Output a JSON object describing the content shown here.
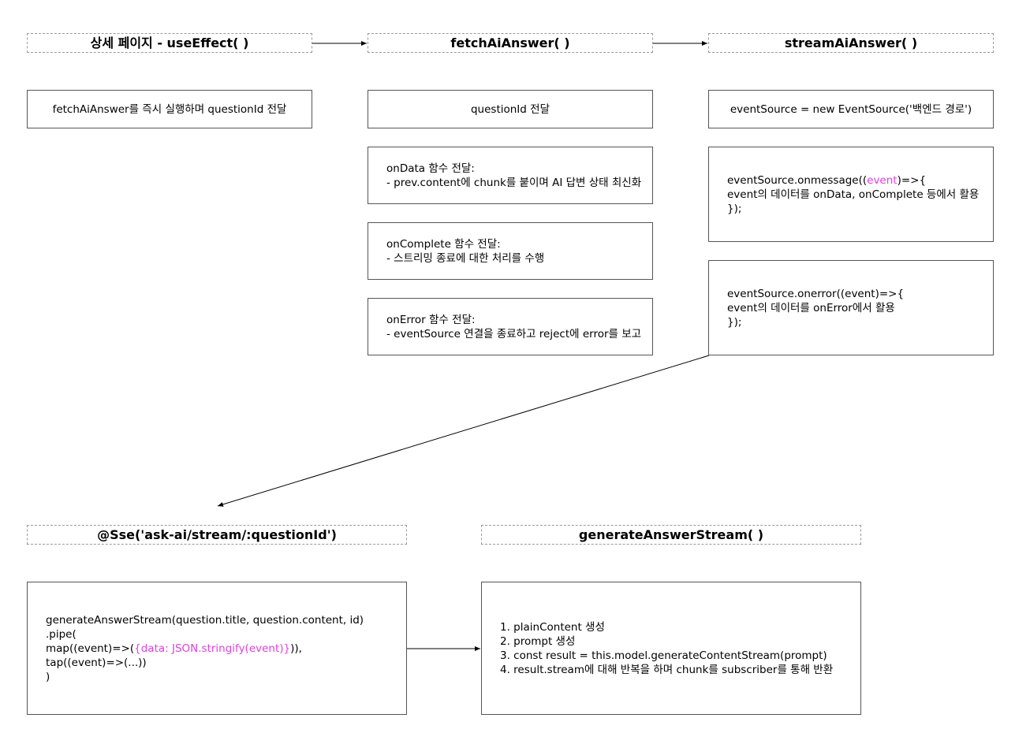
{
  "colors": {
    "highlight": "#e040e0",
    "border": "#555555",
    "dashed_border": "#9a9a9a"
  },
  "headers": {
    "useeffect": "상세 페이지 - useEffect( )",
    "fetch": "fetchAiAnswer( )",
    "stream": "streamAiAnswer( )",
    "sse": "@Sse('ask-ai/stream/:questionId')",
    "generate": "generateAnswerStream( )"
  },
  "useeffect_box": "fetchAiAnswer를 즉시 실행하며 questionId 전달",
  "fetch_boxes": {
    "question": "questionId 전달",
    "ondata": [
      "onData 함수 전달:",
      "- prev.content에 chunk를 붙이며 AI 답변 상태 최신화"
    ],
    "oncomplete": [
      "onComplete 함수 전달:",
      "- 스트리밍 종료에 대한 처리를 수행"
    ],
    "onerror": [
      "onError 함수 전달:",
      "- eventSource 연결을 종료하고 reject에 error를 보고"
    ]
  },
  "stream_boxes": {
    "eventsource": "eventSource = new EventSource('백엔드 경로')",
    "onmessage": {
      "line1_prefix": "eventSource.onmessage((",
      "line1_highlight": "event",
      "line1_suffix": ")=>{",
      "line2": "event의 데이터를 onData, onComplete 등에서 활용",
      "line3": "});"
    },
    "onerror": {
      "line1": "eventSource.onerror((event)=>{",
      "line2": "event의 데이터를 onError에서 활용",
      "line3": "});"
    }
  },
  "sse_box": {
    "line1": "generateAnswerStream(question.title, question.content, id)",
    "line2": ".pipe(",
    "line3_prefix": "map((event)=>(",
    "line3_highlight": "{data: JSON.stringify(event)}",
    "line3_suffix": ")),",
    "line4": "tap((event)=>(...))",
    "line5": ")"
  },
  "generate_box": [
    "1. plainContent 생성",
    "2. prompt 생성",
    "3. const result = this.model.generateContentStream(prompt)",
    "4. result.stream에 대해 반복을 하며 chunk를 subscriber를 통해 반환"
  ]
}
